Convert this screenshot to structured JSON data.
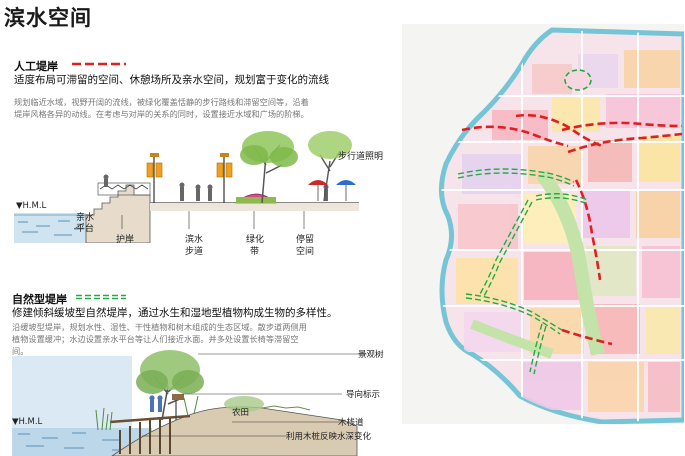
{
  "title": "滨水空间",
  "artificial": {
    "heading": "人工堤岸",
    "summary": "适度布局可滞留的空间、休憩场所及亲水空间，规划富于变化的流线",
    "desc_line1": "规划临近水域，视野开阔的流线，被绿化覆盖恬静的步行路线和滞留空间等，沿着",
    "desc_line2": "堤岸风格各异的动线。在考虑与对岸的关系的同时，设置接近水域和广场的阶梯。",
    "labels": {
      "walk_light": "步行道照明",
      "hml": "▼H.M.L",
      "platform_1": "亲水",
      "platform_2": "平台",
      "revetment": "护岸",
      "promenade_1": "滨水",
      "promenade_2": "步道",
      "greenbelt_1": "绿化",
      "greenbelt_2": "带",
      "stay_1": "停留",
      "stay_2": "空间"
    },
    "legend_color": "#e02020"
  },
  "natural": {
    "heading": "自然型堤岸",
    "summary": "修建倾斜缓坡型自然堤岸，通过水生和湿地型植物构成生物的多样性。",
    "desc_line1": "沿缓坡型堤岸，规划水性、湿性、干性植物和树木组成的生态区域。散步道两侧用",
    "desc_line2": "植物设置缓冲；水边设置亲水平台等让人们接近水面。并多处设置长椅等滞留空",
    "desc_line3": "间。",
    "labels": {
      "landscape_tree": "景观树",
      "guide_sign": "导向标示",
      "farmland": "农田",
      "boardwalk": "木栈道",
      "hml": "▼H.M.L",
      "stakes": "利用木桩反映水深变化"
    },
    "legend_color": "#22aa44"
  }
}
